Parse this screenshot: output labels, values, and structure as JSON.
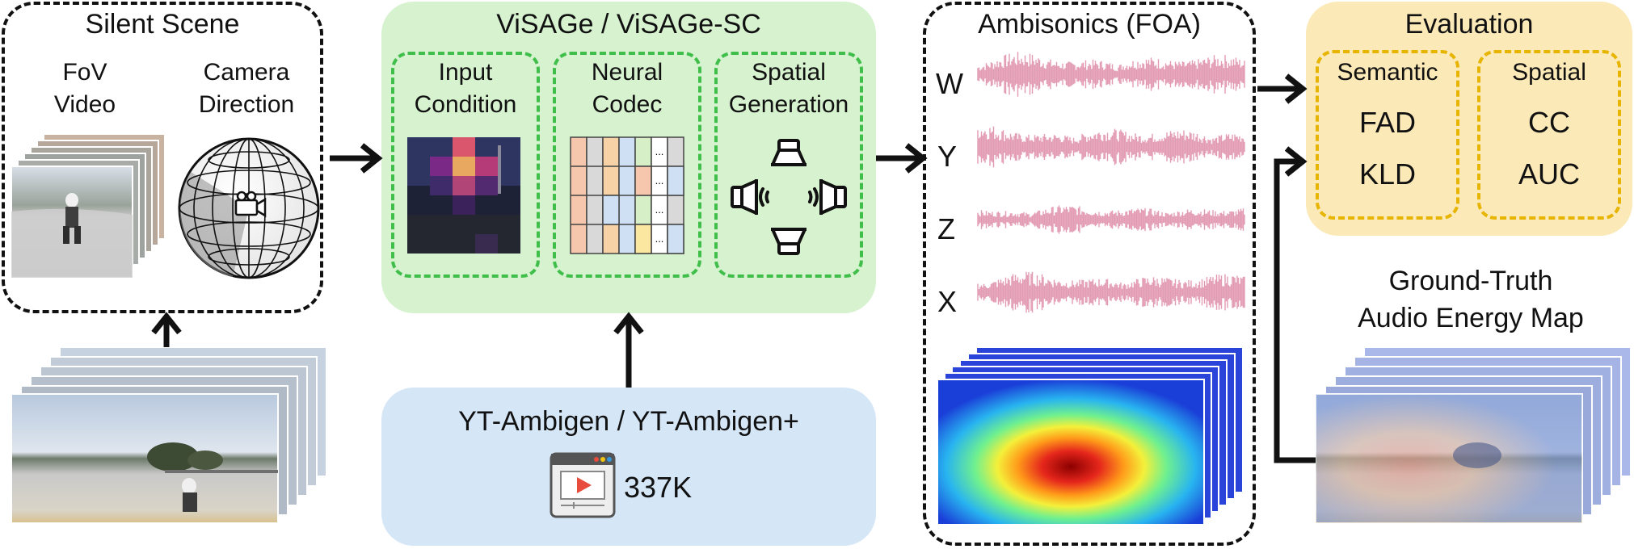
{
  "silent_scene": {
    "title": "Silent Scene",
    "fov_label_line1": "FoV",
    "fov_label_line2": "Video",
    "camera_label_line1": "Camera",
    "camera_label_line2": "Direction"
  },
  "model": {
    "title": "ViSAGe / ViSAGe-SC",
    "input_line1": "Input",
    "input_line2": "Condition",
    "codec_line1": "Neural",
    "codec_line2": "Codec",
    "spatial_line1": "Spatial",
    "spatial_line2": "Generation",
    "codec_ellipsis": "..."
  },
  "dataset": {
    "title": "YT-Ambigen / YT-Ambigen+",
    "count": "337K"
  },
  "ambisonics": {
    "title": "Ambisonics (FOA)",
    "channels": [
      "W",
      "Y",
      "Z",
      "X"
    ]
  },
  "evaluation": {
    "title": "Evaluation",
    "semantic_title": "Semantic",
    "semantic_metrics": [
      "FAD",
      "KLD"
    ],
    "spatial_title": "Spatial",
    "spatial_metrics": [
      "CC",
      "AUC"
    ]
  },
  "ground_truth": {
    "line1": "Ground-Truth",
    "line2": "Audio Energy Map"
  },
  "colors": {
    "model_panel": "#d6f2cf",
    "dataset_panel": "#d5e6f7",
    "evaluation_panel": "#fbe9b7",
    "green_dash": "#3fbf4a",
    "yellow_dash": "#e7b400",
    "waveform": "#e29bb3"
  }
}
